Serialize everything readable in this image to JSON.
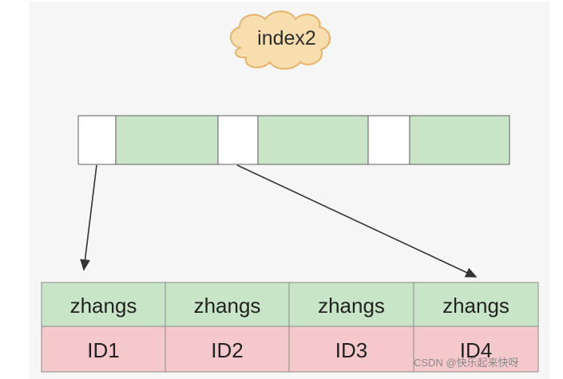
{
  "index_label": "index2",
  "index_page_slots": [
    "pointer",
    "key",
    "pointer",
    "key",
    "pointer",
    "key"
  ],
  "leaf_keys": [
    "zhangs",
    "zhangs",
    "zhangs",
    "zhangs"
  ],
  "leaf_ids": [
    "ID1",
    "ID2",
    "ID3",
    "ID4"
  ],
  "colors": {
    "panel_bg": "#f6f6f6",
    "key_fill": "#c9e5c8",
    "pointer_fill": "#ffffff",
    "id_fill": "#f5c8cb",
    "cloud_fill": "#f8deaf",
    "cloud_stroke": "#e7b36b"
  },
  "watermark": "CSDN @快乐起来快呀"
}
